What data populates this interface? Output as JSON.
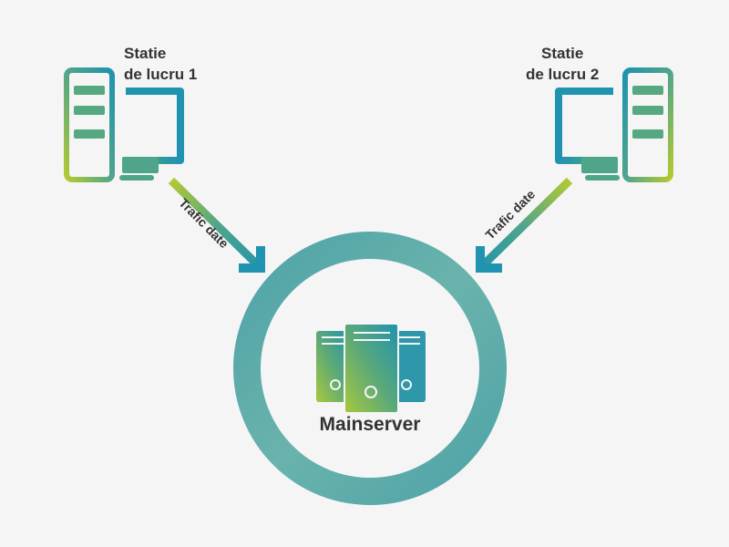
{
  "workstations": [
    {
      "line1": "Statie",
      "line2": "de lucru 1",
      "icon": "workstation-icon"
    },
    {
      "line1": "Statie",
      "line2": "de lucru 2",
      "icon": "workstation-icon"
    }
  ],
  "arrows": [
    {
      "label": "Trafic date",
      "direction": "workstation-1-to-server"
    },
    {
      "label": "Trafic date",
      "direction": "workstation-2-to-server"
    }
  ],
  "server": {
    "label": "Mainserver",
    "icon": "server-rack-icon"
  },
  "colors": {
    "background": "#f5f5f5",
    "text": "#333333",
    "gradient_green": "#a8c83c",
    "gradient_teal": "#4fa58a",
    "gradient_blue": "#1f93b0",
    "ring": "#5aaaaa"
  }
}
